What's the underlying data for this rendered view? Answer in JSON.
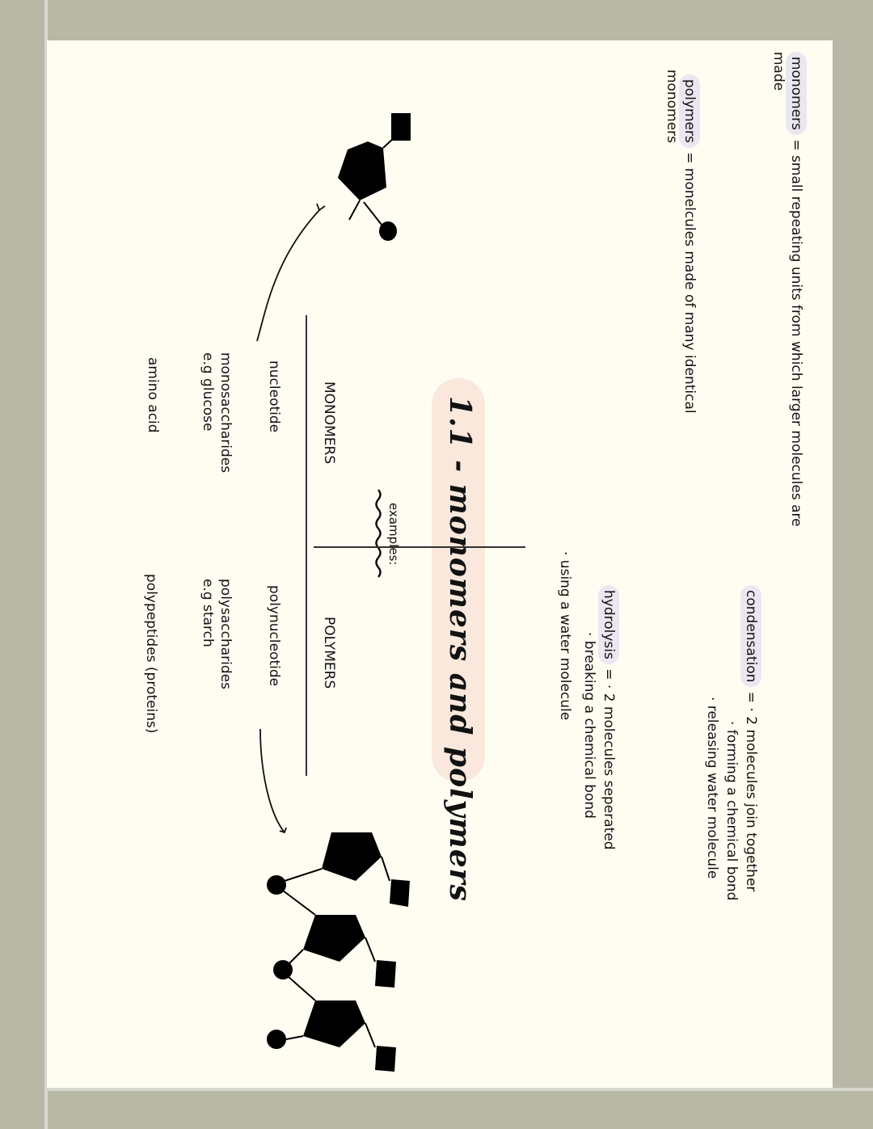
{
  "definitions": {
    "monomers_term": "monomers",
    "monomers_def_line1": " = small repeating units from which larger molecules are",
    "monomers_def_line2": "made",
    "polymers_term": "polymers",
    "polymers_def_line1": " = monelcules made of many identical",
    "polymers_def_line2": "monomers"
  },
  "title": "1.1 - monomers and polymers",
  "reactions": {
    "condensation_term": "condensation",
    "condensation_points": [
      "= · 2 molecules join together",
      "· forming a chemical bond",
      "· releasing water molecule"
    ],
    "hydrolysis_term": "hydrolysis",
    "hydrolysis_points": [
      "= · 2 molecules seperated",
      "· breaking a chemical bond",
      "· using a water molecule"
    ]
  },
  "examples_table": {
    "label": "examples:",
    "headers": [
      "MONOMERS",
      "POLYMERS"
    ],
    "monomers": [
      "nucleotide",
      "monosaccharides",
      "e.g glucose",
      "amino acid"
    ],
    "polymers": [
      "polynucleotide",
      "polysaccharides",
      "e.g starch",
      "polypeptides (proteins)"
    ]
  },
  "diagrams": {
    "monomer": "nucleotide-icon",
    "polymer": "polynucleotide-chain-icon"
  },
  "colors": {
    "background_frame": "#b8b8a6",
    "page": "#fffdf2",
    "term_pill": "#ebe7f0",
    "title_pill": "#fae8dc",
    "ink": "#111111"
  }
}
